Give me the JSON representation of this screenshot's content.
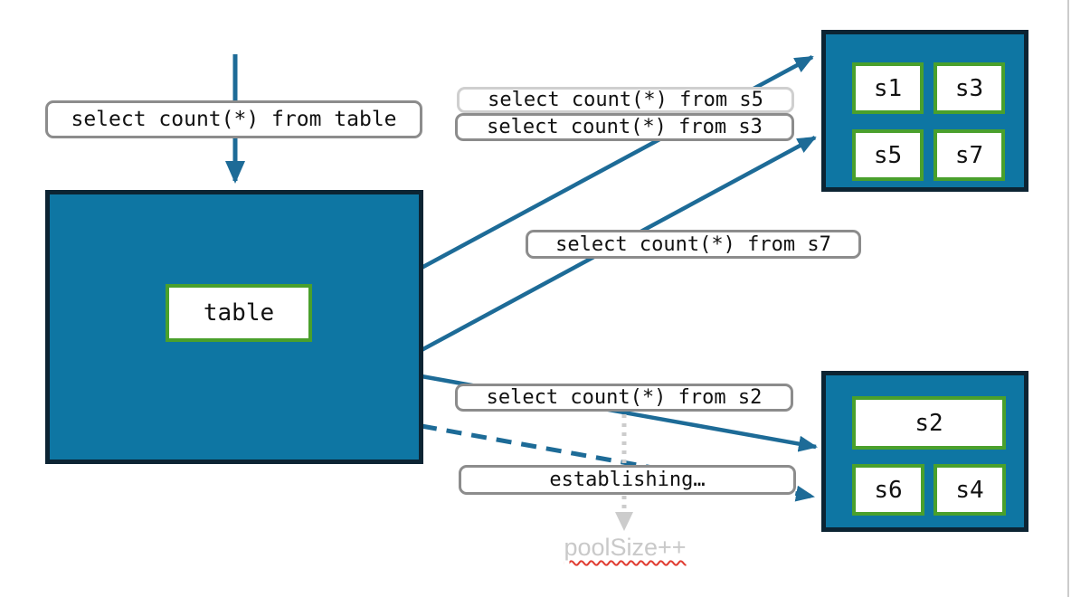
{
  "labels": {
    "query_table": "select count(*) from table",
    "query_s5": "select count(*) from s5",
    "query_s3": "select count(*) from s3",
    "query_s7": "select count(*) from s7",
    "query_s2": "select count(*) from s2",
    "establishing": "establishing…",
    "pool_size": "poolSize++"
  },
  "table_box": {
    "label": "table"
  },
  "shards": {
    "s1": "s1",
    "s3": "s3",
    "s5": "s5",
    "s7": "s7",
    "s2": "s2",
    "s6": "s6",
    "s4": "s4"
  },
  "colors": {
    "box_fill": "#0e76a3",
    "box_border": "#0c2433",
    "shard_border": "#4aa02c",
    "arrow": "#1d6b97",
    "label_border": "#8c8c8c",
    "label_border_light": "#cfcfcf",
    "muted_text": "#c9c9c9",
    "spellcheck_underline": "#e03c31",
    "slide_edge": "#cccccc"
  }
}
